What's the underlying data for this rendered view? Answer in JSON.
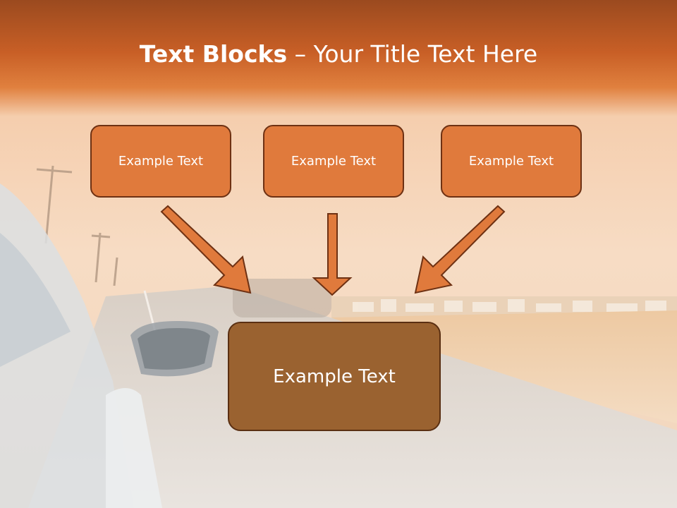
{
  "slide": {
    "title_bold": "Text Blocks",
    "title_dash": " – ",
    "title_rest": "Your Title Text Here",
    "blocks": [
      {
        "label": "Example Text"
      },
      {
        "label": "Example Text"
      },
      {
        "label": "Example Text"
      }
    ],
    "main_block": {
      "label": "Example Text"
    }
  },
  "colors": {
    "header": "#c85f26",
    "block_fill": "#e07a3c",
    "block_border": "#6e3113",
    "main_fill": "#9a6230",
    "arrow_fill": "#e07a3c"
  },
  "icons": [
    "arrow-down-right-icon",
    "arrow-down-icon",
    "arrow-down-left-icon"
  ]
}
